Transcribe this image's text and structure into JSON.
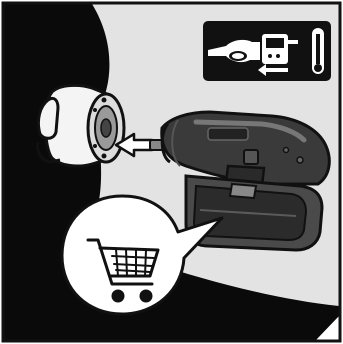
{
  "illustration": {
    "panel_background": "#e3e3e3",
    "frame_color": "#111111",
    "silhouette_color": "#0a0a0a",
    "icons": [
      "charger-plug-icon",
      "temperature-gauge-icon",
      "shopping-cart-icon",
      "push-arrow-icon"
    ],
    "objects": [
      "attachment-head",
      "power-tool-body",
      "battery-pack",
      "cart-callout-bubble"
    ]
  }
}
